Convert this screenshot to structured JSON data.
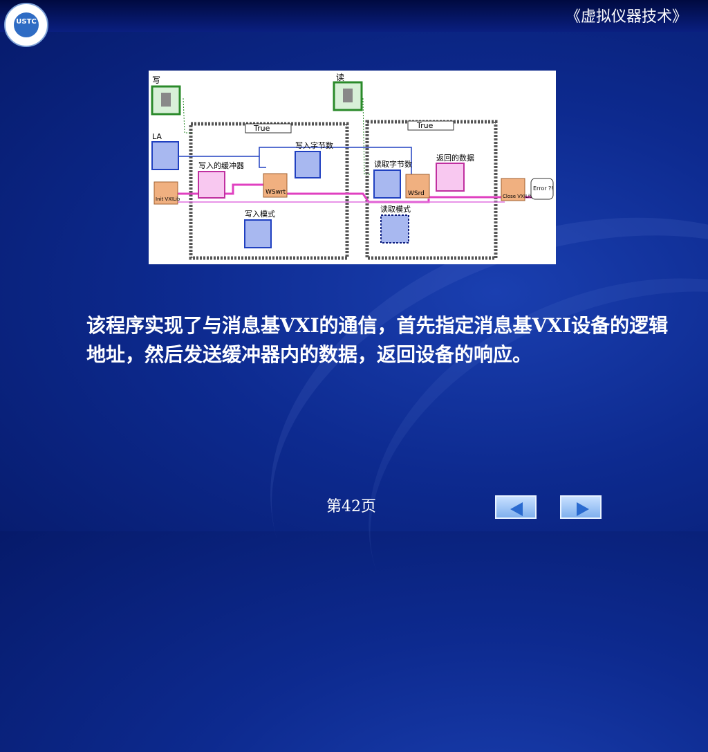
{
  "header": {
    "course_title": "《虚拟仪器技术》",
    "logo_text": "USTC"
  },
  "diagram": {
    "controls": {
      "write": "写",
      "read": "读",
      "la": "LA"
    },
    "case_labels": [
      "True",
      "True"
    ],
    "labels": {
      "write_bytes": "写入字节数",
      "write_buffer": "写入的缓冲器",
      "write_mode": "写入模式",
      "read_bytes": "读取字节数",
      "returned_data": "返回的数据",
      "read_mode": "读取模式"
    },
    "nodes": {
      "init": "Init VXILib",
      "wswrt": "WSwrt",
      "wsrd": "WSrd",
      "close": "Close VXILib",
      "error": "Error ?!"
    }
  },
  "body": {
    "paragraph": "该程序实现了与消息基VXI的通信，首先指定消息基VXI设备的逻辑地址，然后发送缓冲器内的数据，返回设备的响应。"
  },
  "footer": {
    "page_label": "第42页",
    "prev_icon": "left-arrow-icon",
    "next_icon": "right-arrow-icon"
  }
}
